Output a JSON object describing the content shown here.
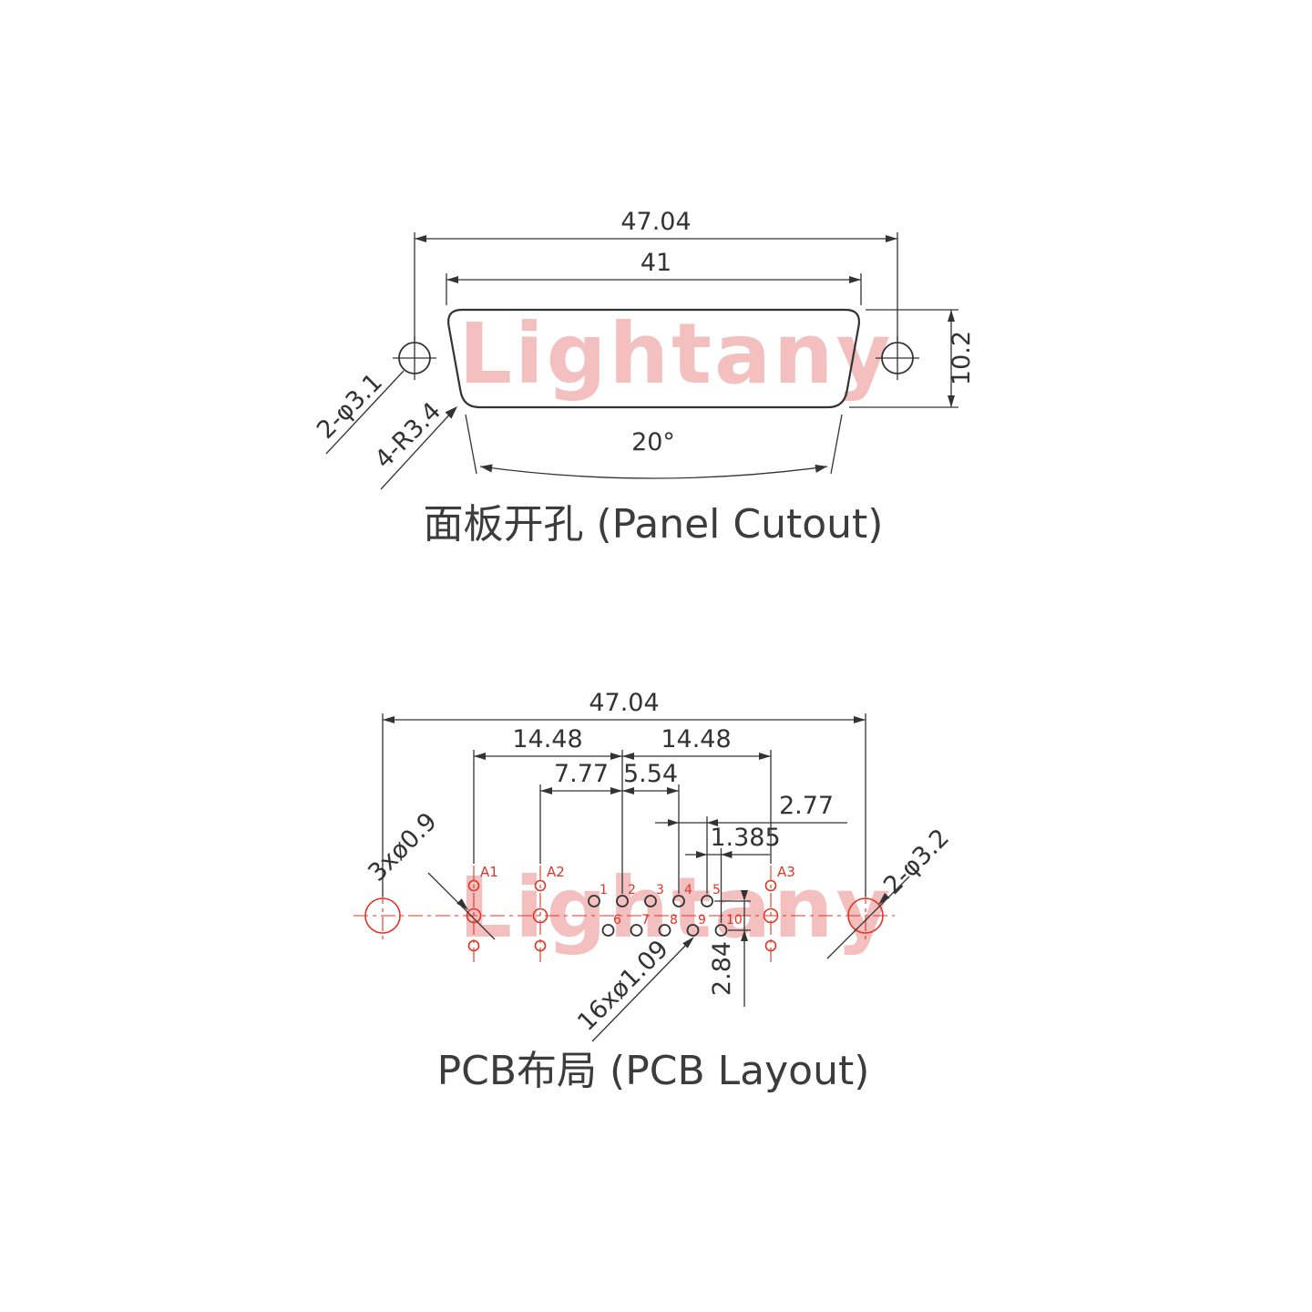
{
  "watermark": {
    "text": "Lightany"
  },
  "colors": {
    "line": "#333333",
    "red": "#e23424",
    "watermark": "#f3bfbf",
    "title": "#3c3c3c"
  },
  "panel_cutout": {
    "title": "面板开孔 (Panel Cutout)",
    "dim_outer_width": "47.04",
    "dim_inner_width": "41",
    "dim_height": "10.2",
    "label_mount_holes": "2-φ3.1",
    "label_corner_radius": "4-R3.4",
    "dim_angle": "20°"
  },
  "pcb_layout": {
    "title": "PCB布局 (PCB Layout)",
    "dim_outer_width": "47.04",
    "dim_left_span": "14.48",
    "dim_right_span": "14.48",
    "dim_a2_to_center": "7.77",
    "dim_center_to_pin4": "5.54",
    "dim_pin_pitch": "2.77",
    "dim_row_stagger": "1.385",
    "dim_row_spacing": "2.84",
    "label_coax_holes": "3xø0.9",
    "label_mount_holes": "2-φ3.2",
    "label_signal_holes": "16xø1.09",
    "coax_labels": [
      "A1",
      "A2",
      "A3"
    ],
    "pin_numbers": [
      "1",
      "2",
      "3",
      "4",
      "5",
      "6",
      "7",
      "8",
      "9",
      "10"
    ]
  }
}
